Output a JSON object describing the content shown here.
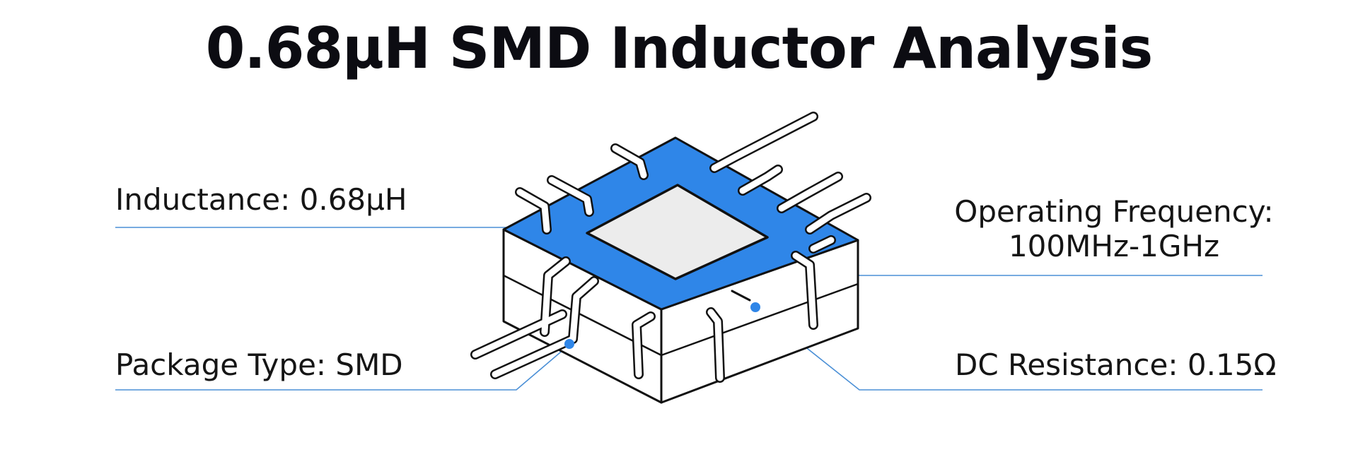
{
  "title": "0.68μH SMD Inductor Analysis",
  "labels": {
    "inductance": "Inductance: 0.68μH",
    "package_type": "Package Type: SMD",
    "operating_frequency_line1": "Operating Frequency:",
    "operating_frequency_line2": "100MHz-1GHz",
    "dc_resistance": "DC Resistance: 0.15Ω"
  },
  "colors": {
    "accent": "#2f86e8",
    "top_face": "#2f86e8",
    "center_pad": "#ececec",
    "leader_line": "#4a8fd6",
    "outline": "#111111"
  }
}
